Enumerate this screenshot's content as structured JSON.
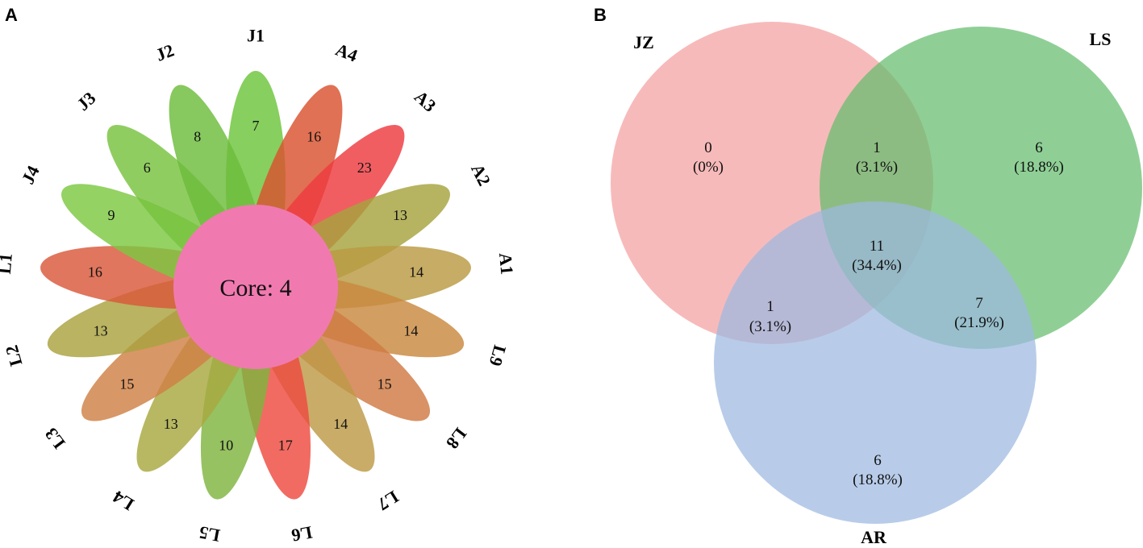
{
  "panels": {
    "a_letter": "A",
    "b_letter": "B"
  },
  "flower": {
    "core_label": "Core: 4",
    "petals": [
      {
        "label": "J1",
        "value": 7,
        "color": "#6cc43a"
      },
      {
        "label": "A4",
        "value": 16,
        "color": "#d9522e"
      },
      {
        "label": "A3",
        "value": 23,
        "color": "#ee3a40"
      },
      {
        "label": "A2",
        "value": 13,
        "color": "#a6a43e"
      },
      {
        "label": "A1",
        "value": 14,
        "color": "#b99a42"
      },
      {
        "label": "L9",
        "value": 14,
        "color": "#c9893f"
      },
      {
        "label": "L8",
        "value": 15,
        "color": "#cf7a43"
      },
      {
        "label": "L7",
        "value": 14,
        "color": "#bd9a47"
      },
      {
        "label": "L6",
        "value": 17,
        "color": "#ee4a40"
      },
      {
        "label": "L5",
        "value": 10,
        "color": "#7fb43f"
      },
      {
        "label": "L4",
        "value": 13,
        "color": "#a8a841"
      },
      {
        "label": "L3",
        "value": 15,
        "color": "#cf8044"
      },
      {
        "label": "L2",
        "value": 13,
        "color": "#a9a23f"
      },
      {
        "label": "L1",
        "value": 16,
        "color": "#d9583a"
      },
      {
        "label": "J4",
        "value": 9,
        "color": "#7cc842"
      },
      {
        "label": "J3",
        "value": 6,
        "color": "#78c23e"
      },
      {
        "label": "J2",
        "value": 8,
        "color": "#6cbc3c"
      }
    ],
    "core_color": "#f07aaf"
  },
  "venn": {
    "sets": [
      {
        "name": "JZ",
        "color": "#f4a0a0"
      },
      {
        "name": "LS",
        "color": "#64bd6e"
      },
      {
        "name": "AR",
        "color": "#9cb8e0"
      }
    ],
    "regions": [
      {
        "id": "jz-only",
        "count": "0",
        "pct": "(0%)"
      },
      {
        "id": "ls-only",
        "count": "6",
        "pct": "(18.8%)"
      },
      {
        "id": "jz-ls",
        "count": "1",
        "pct": "(3.1%)"
      },
      {
        "id": "all-three",
        "count": "11",
        "pct": "(34.4%)"
      },
      {
        "id": "jz-ar",
        "count": "1",
        "pct": "(3.1%)"
      },
      {
        "id": "ls-ar",
        "count": "7",
        "pct": "(21.9%)"
      },
      {
        "id": "ar-only",
        "count": "6",
        "pct": "(18.8%)"
      }
    ]
  }
}
